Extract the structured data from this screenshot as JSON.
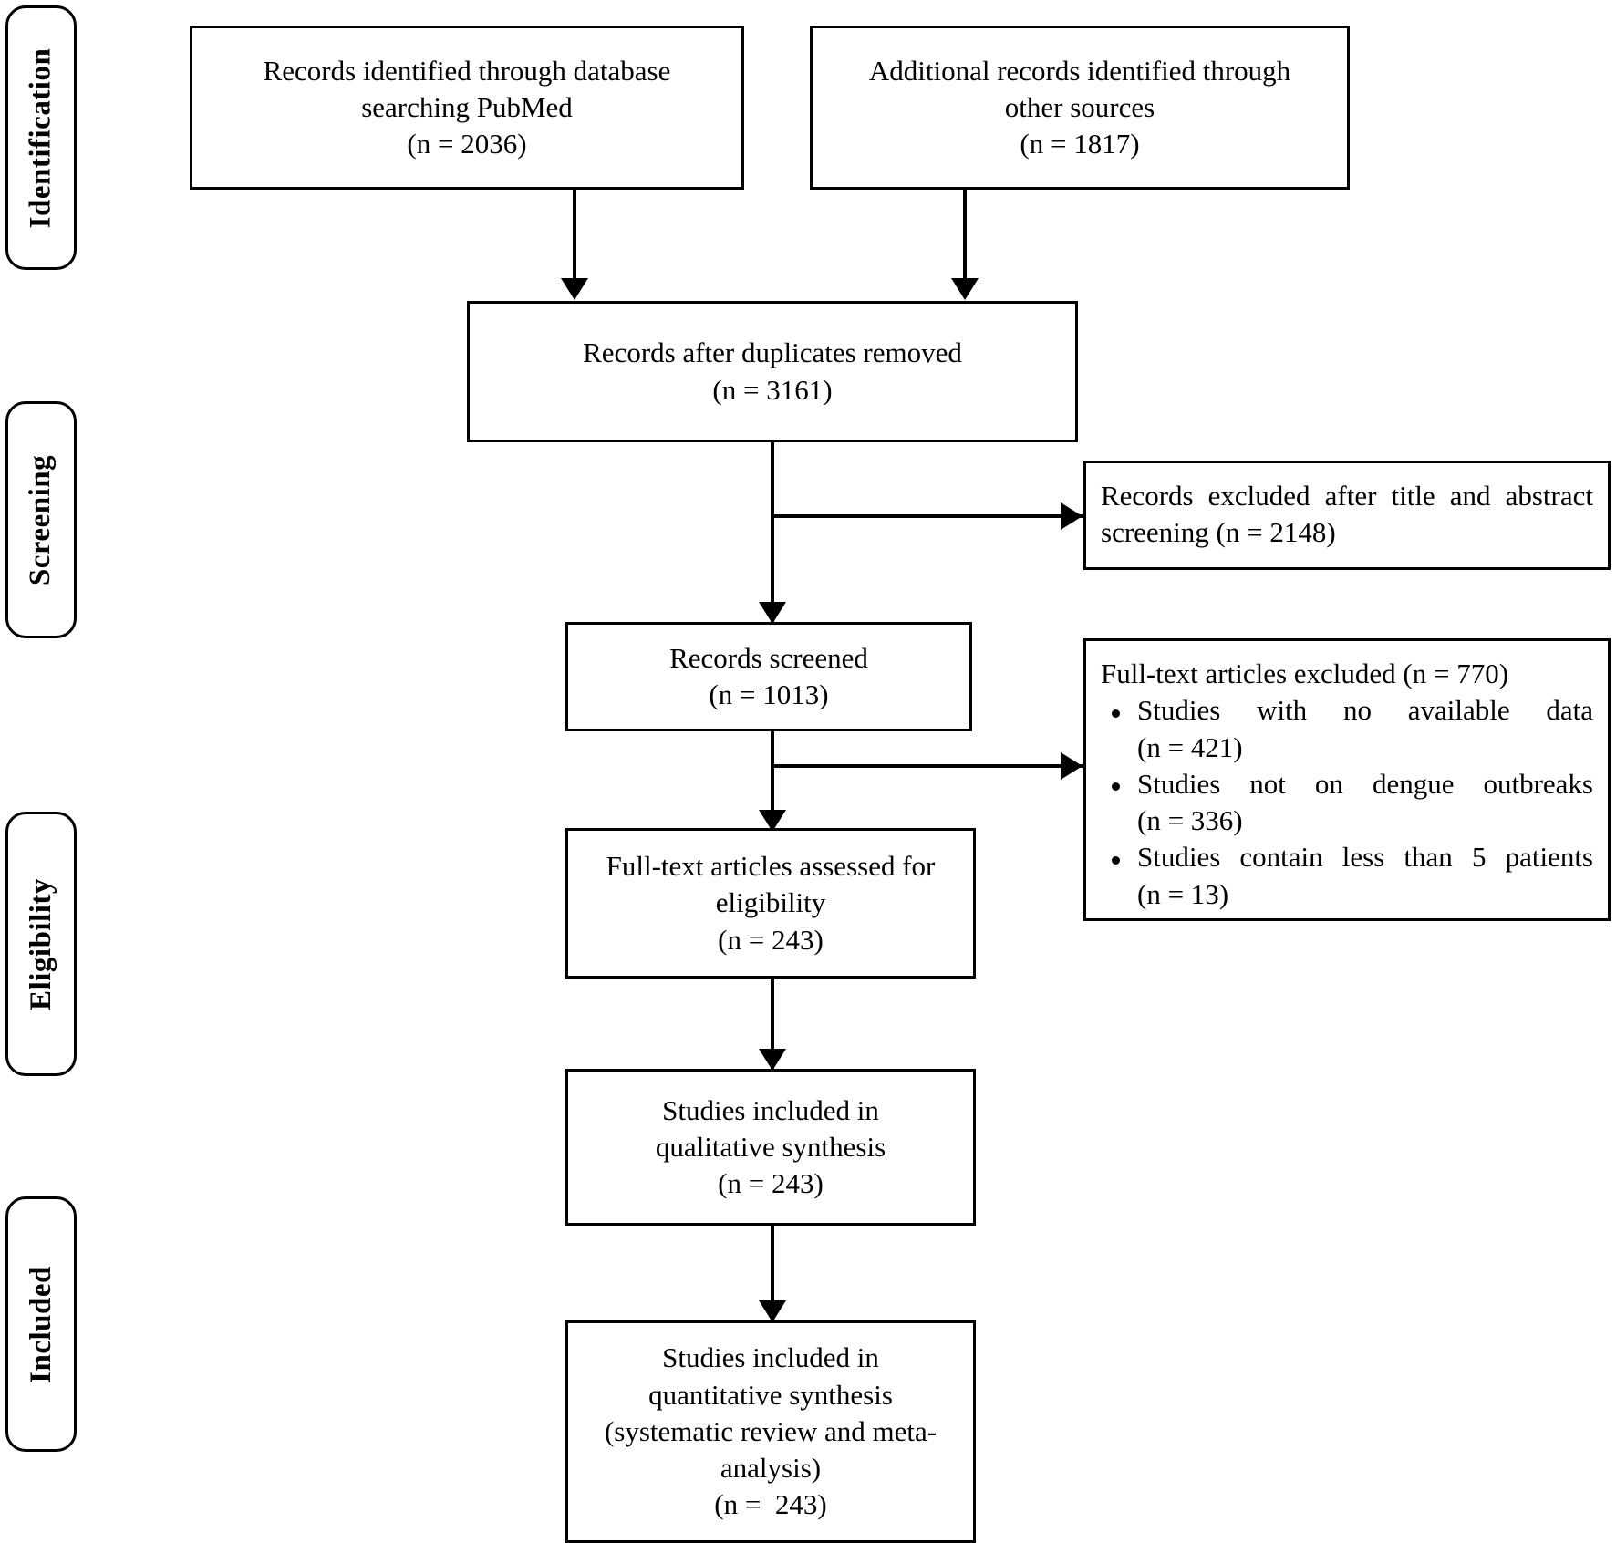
{
  "diagram": {
    "type": "prisma-flow-diagram",
    "stages": [
      {
        "id": "identification",
        "label": "Identification"
      },
      {
        "id": "screening",
        "label": "Screening"
      },
      {
        "id": "eligibility",
        "label": "Eligibility"
      },
      {
        "id": "included",
        "label": "Included"
      }
    ],
    "boxes": {
      "db_search": {
        "lines": [
          "Records identified through database",
          "searching PubMed",
          "(n = 2036)"
        ],
        "count": 2036
      },
      "other_sources": {
        "lines": [
          "Additional records identified through",
          "other sources",
          "(n = 1817)"
        ],
        "count": 1817
      },
      "after_duplicates": {
        "lines": [
          "Records after duplicates removed",
          "(n = 3161)"
        ],
        "count": 3161
      },
      "excluded_title_abstract": {
        "text": "Records excluded after title and abstract screening (n = 2148)",
        "count": 2148
      },
      "records_screened": {
        "lines": [
          "Records screened",
          "(n = 1013)"
        ],
        "count": 1013
      },
      "fulltext_excluded": {
        "heading": "Full-text articles excluded (n = 770)",
        "count": 770,
        "reasons": [
          {
            "label": "Studies with no available data",
            "count_text": "(n = 421)",
            "count": 421
          },
          {
            "label": "Studies not on dengue outbreaks",
            "count_text": "(n = 336)",
            "count": 336
          },
          {
            "label": "Studies contain less than 5 patients",
            "count_text": "(n = 13)",
            "count": 13
          }
        ]
      },
      "fulltext_assessed": {
        "lines": [
          "Full-text articles assessed for",
          "eligibility",
          "(n = 243)"
        ],
        "count": 243
      },
      "qualitative": {
        "lines": [
          "Studies included in",
          "qualitative synthesis",
          "(n = 243)"
        ],
        "count": 243
      },
      "quantitative": {
        "lines": [
          "Studies included in",
          "quantitative synthesis",
          "(systematic review and meta-",
          "analysis)",
          "(n =  243)"
        ],
        "count": 243
      }
    },
    "colors": {
      "stroke": "#000000",
      "fill": "#ffffff",
      "text": "#000000"
    }
  }
}
